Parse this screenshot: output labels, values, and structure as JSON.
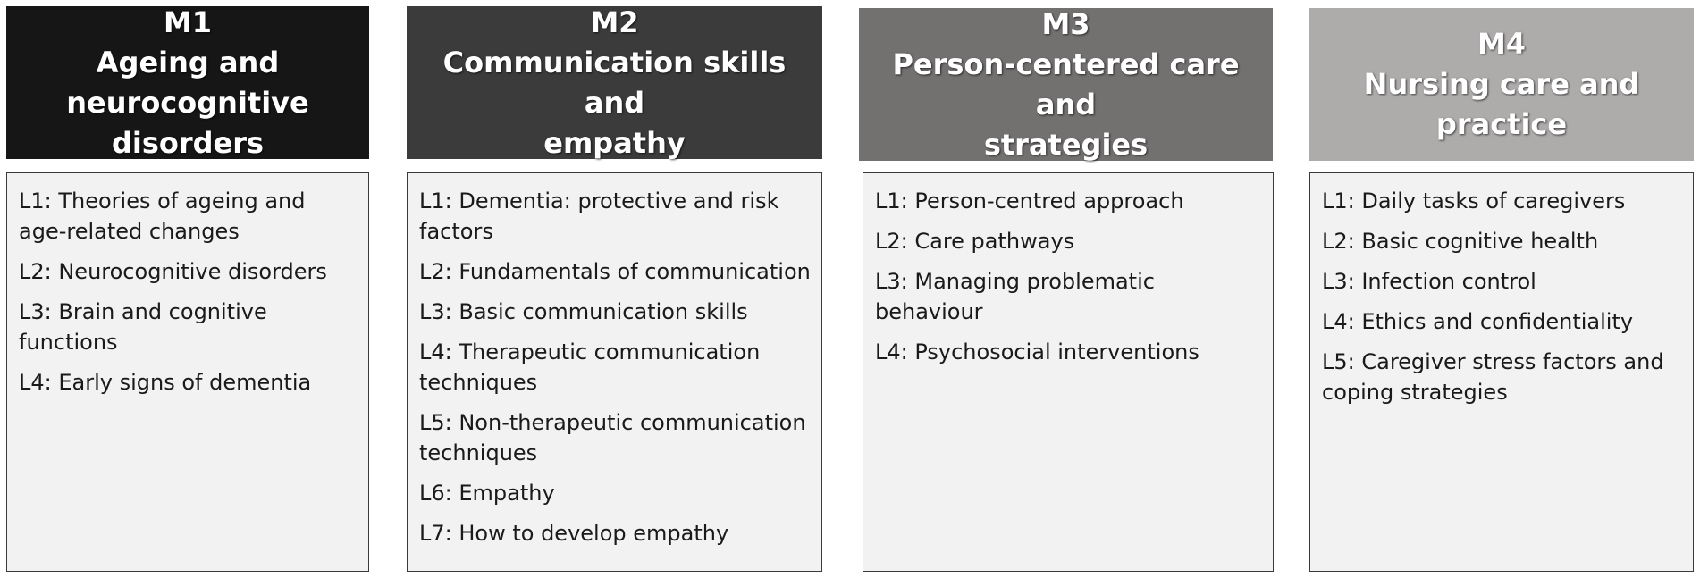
{
  "modules": [
    {
      "code": "M1",
      "title_lines": [
        "Ageing and",
        "neurocognitive",
        "disorders"
      ],
      "header_color": "#161616",
      "lessons": [
        "L1: Theories of ageing and age-related changes",
        "L2: Neurocognitive disorders",
        "L3: Brain and cognitive functions",
        "L4: Early signs of dementia"
      ]
    },
    {
      "code": "M2",
      "title_lines": [
        "Communication skills and",
        "empathy"
      ],
      "header_color": "#3b3b3b",
      "lessons": [
        "L1: Dementia: protective and risk factors",
        "L2: Fundamentals of communication",
        "L3: Basic communication skills",
        "L4: Therapeutic communication techniques",
        "L5: Non-therapeutic communication techniques",
        "L6: Empathy",
        "L7: How to develop empathy"
      ]
    },
    {
      "code": "M3",
      "title_lines": [
        "Person-centered care and",
        "strategies"
      ],
      "header_color": "#737070",
      "lessons": [
        "L1: Person-centred approach",
        "L2: Care pathways",
        "L3: Managing problematic behaviour",
        "L4: Psychosocial interventions"
      ]
    },
    {
      "code": "M4",
      "title_lines": [
        "Nursing care and practice"
      ],
      "header_color": "#aeabab",
      "lessons": [
        "L1: Daily tasks of caregivers",
        "L2: Basic cognitive health",
        "L3: Infection control",
        "L4: Ethics and confidentiality",
        "L5: Caregiver stress factors and coping strategies"
      ]
    }
  ]
}
